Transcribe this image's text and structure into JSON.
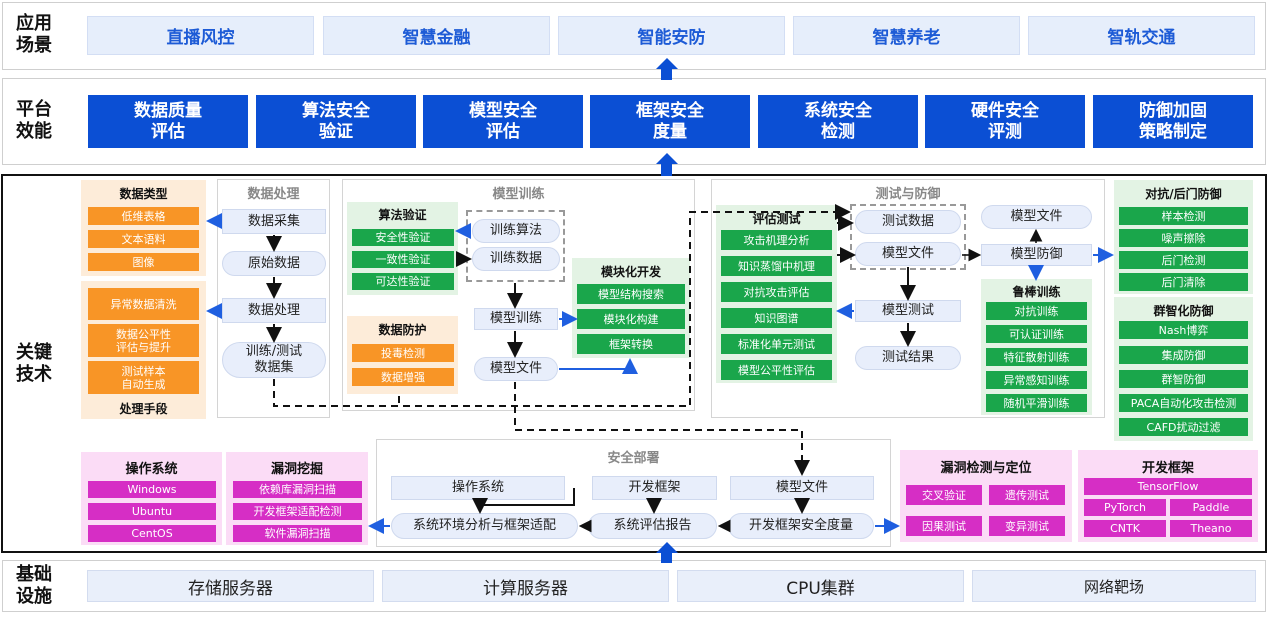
{
  "rows": {
    "app": "应用\n场景",
    "platform": "平台\n效能",
    "tech": "关键\n技术",
    "infra": "基础\n设施"
  },
  "app_items": [
    "直播风控",
    "智慧金融",
    "智能安防",
    "智慧养老",
    "智轨交通"
  ],
  "platform_items": [
    "数据质量\n评估",
    "算法安全\n验证",
    "模型安全\n评估",
    "框架安全\n度量",
    "系统安全\n检测",
    "硬件安全\n评测",
    "防御加固\n策略制定"
  ],
  "data_types": {
    "title": "数据类型",
    "items": [
      "低维表格",
      "文本语料",
      "图像"
    ]
  },
  "data_methods": {
    "title": "处理手段",
    "items": [
      "异常数据清洗",
      "数据公平性\n评估与提升",
      "测试样本\n自动生成"
    ]
  },
  "data_processing": {
    "title": "数据处理",
    "nodes": [
      "数据采集",
      "原始数据",
      "数据处理",
      "训练/测试\n数据集"
    ]
  },
  "model_training": {
    "title": "模型训练",
    "nodes": [
      "训练算法",
      "训练数据",
      "模型训练",
      "模型文件"
    ]
  },
  "algo_verify": {
    "title": "算法验证",
    "items": [
      "安全性验证",
      "一致性验证",
      "可达性验证"
    ]
  },
  "data_protect": {
    "title": "数据防护",
    "items": [
      "投毒检测",
      "数据增强"
    ]
  },
  "modular_dev": {
    "title": "模块化开发",
    "items": [
      "模型结构搜索",
      "模块化构建",
      "框架转换"
    ]
  },
  "test_defense": {
    "title": "测试与防御",
    "nodes": [
      "测试数据",
      "模型文件",
      "模型测试",
      "测试结果",
      "模型文件",
      "模型防御"
    ]
  },
  "eval_test": {
    "title": "评估测试",
    "items": [
      "攻击机理分析",
      "知识蒸馏中机理",
      "对抗攻击评估",
      "知识图谱",
      "标准化单元测试",
      "模型公平性评估"
    ]
  },
  "robust_train": {
    "title": "鲁棒训练",
    "items": [
      "对抗训练",
      "可认证训练",
      "特征散射训练",
      "异常感知训练",
      "随机平滑训练"
    ]
  },
  "adv_defense": {
    "title": "对抗/后门防御",
    "items": [
      "样本检测",
      "噪声擦除",
      "后门检测",
      "后门清除"
    ]
  },
  "swarm_defense": {
    "title": "群智化防御",
    "items": [
      "Nash博弈",
      "集成防御",
      "群智防御",
      "PACA自动化攻击检测",
      "CAFD扰动过滤"
    ]
  },
  "os": {
    "title": "操作系统",
    "items": [
      "Windows",
      "Ubuntu",
      "CentOS"
    ]
  },
  "vuln_mining": {
    "title": "漏洞挖掘",
    "items": [
      "依赖库漏洞扫描",
      "开发框架适配检测",
      "软件漏洞扫描"
    ]
  },
  "deploy": {
    "title": "安全部署",
    "nodes": [
      "操作系统",
      "开发框架",
      "模型文件",
      "系统环境分析与框架适配",
      "系统评估报告",
      "开发框架安全度量"
    ]
  },
  "vuln_detect": {
    "title": "漏洞检测与定位",
    "items": [
      "交叉验证",
      "遗传测试",
      "因果测试",
      "变异测试"
    ]
  },
  "dev_framework": {
    "title": "开发框架",
    "items": [
      "TensorFlow",
      "PyTorch",
      "Paddle",
      "CNTK",
      "Theano"
    ]
  },
  "infra_items": [
    "存储服务器",
    "计算服务器",
    "CPU集群",
    "网络靶场"
  ],
  "colors": {
    "dark_blue": "#0b4fd4",
    "light_blue": "#e6eefb",
    "orange": "#f89526",
    "green": "#1aa64b",
    "magenta": "#d62ec5",
    "arrow_blue": "#1f5fe0"
  }
}
